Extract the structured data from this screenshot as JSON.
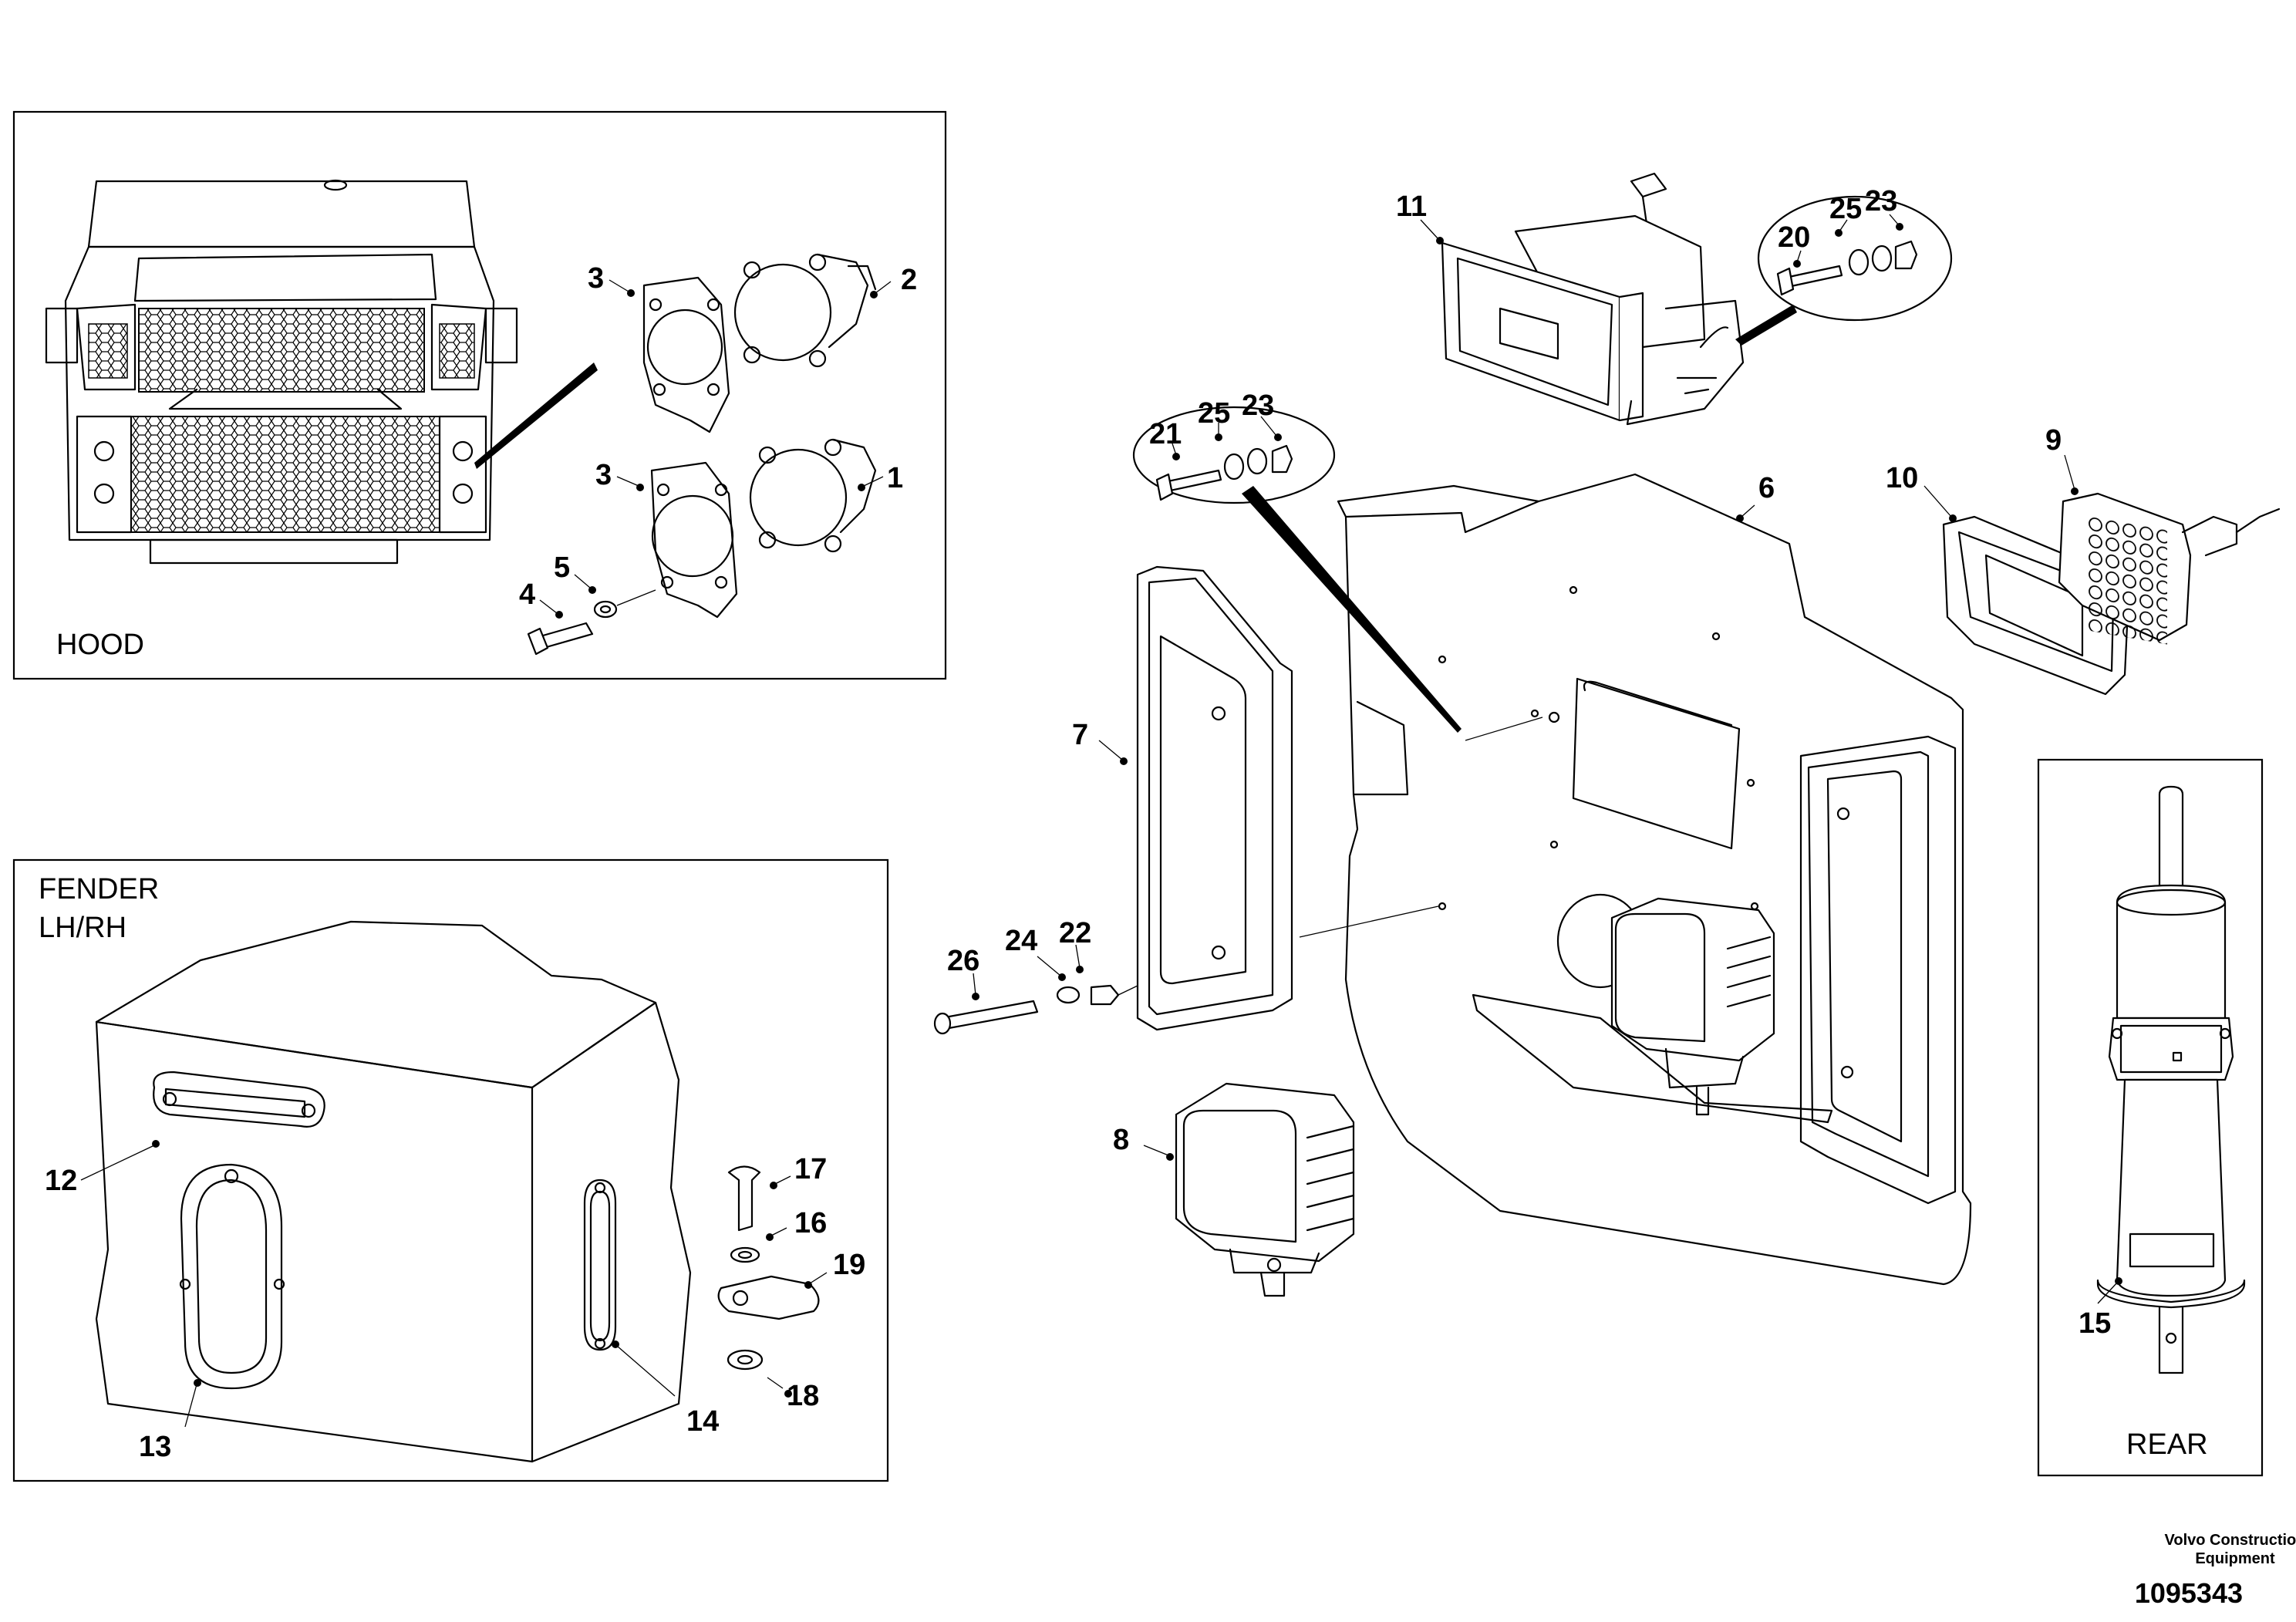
{
  "panels": {
    "hood": {
      "label": "HOOD"
    },
    "fender": {
      "label_line1": "FENDER",
      "label_line2": "LH/RH"
    },
    "rear": {
      "label": "REAR"
    }
  },
  "callouts": {
    "n1": "1",
    "n2": "2",
    "n3a": "3",
    "n3b": "3",
    "n4": "4",
    "n5": "5",
    "n6": "6",
    "n7": "7",
    "n8": "8",
    "n9": "9",
    "n10": "10",
    "n11": "11",
    "n12": "12",
    "n13": "13",
    "n14": "14",
    "n15": "15",
    "n16": "16",
    "n17": "17",
    "n18": "18",
    "n19": "19",
    "n20": "20",
    "n21": "21",
    "n22": "22",
    "n23a": "23",
    "n23b": "23",
    "n24": "24",
    "n25a": "25",
    "n25b": "25",
    "n26": "26"
  },
  "footer": {
    "company_line1": "Volvo Construction",
    "company_line2": "Equipment",
    "drawing_number": "1095343"
  }
}
